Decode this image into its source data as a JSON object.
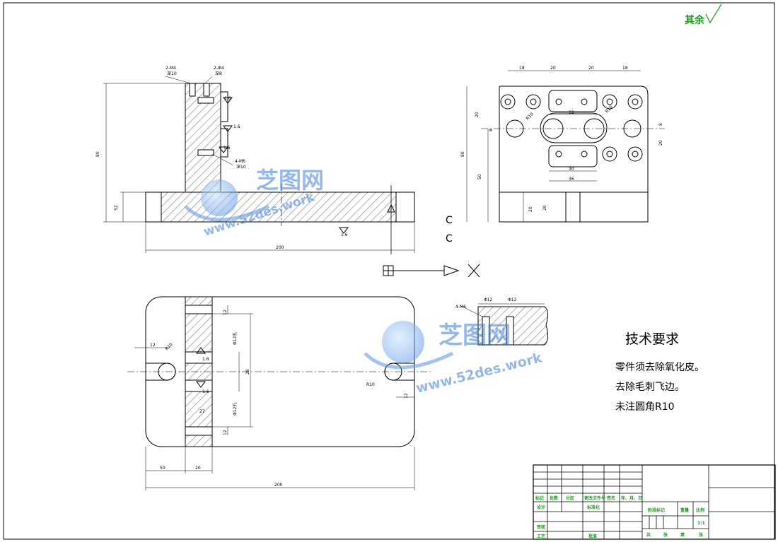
{
  "drawing": {
    "roughness_symbol": "其余",
    "section_labels": [
      "C",
      "C"
    ],
    "tech_requirements": {
      "title": "技术要求",
      "notes": [
        "零件须去除氧化皮。",
        "去除毛刺飞边。",
        "未注圆角R10"
      ]
    },
    "front_view": {
      "dims": {
        "height": "80",
        "base_height": "52",
        "width": "200"
      },
      "callouts": {
        "hole_left": "2-M4",
        "hole_left_sub": "深10",
        "hole_right": "2-Φ4",
        "hole_right_sub": "深8",
        "tapped": "4-M6",
        "tapped_sub": "深10"
      },
      "roughness": [
        "1.6",
        "1.6",
        "1.6",
        "1.6"
      ]
    },
    "side_view": {
      "dims_top": [
        "18",
        "20",
        "20",
        "18"
      ],
      "dims_mid": [
        "32",
        "30",
        "36"
      ],
      "dims_left": [
        "80",
        "20",
        "8",
        "50"
      ],
      "dims_right": [
        "8",
        "20"
      ],
      "dims_bottom_left": [
        "20",
        "20"
      ],
      "radii": [
        "R10",
        "R10"
      ]
    },
    "top_view": {
      "dims": {
        "r_left": "R10",
        "d_left": "12",
        "r_right": "R10",
        "d_right": "12",
        "center": "28",
        "w1": "50",
        "w2": "20",
        "width": "200",
        "step": "27",
        "dia_top": "Φ12孔",
        "dia_bot": "Φ12孔",
        "v1": "12",
        "v2": "12"
      },
      "roughness": [
        "1.6",
        "1.6"
      ]
    },
    "detail_view": {
      "callout": "4-M6",
      "d1": "Φ12",
      "d2": "Φ12"
    }
  },
  "title_block": {
    "headers": [
      "标记",
      "处数",
      "分区",
      "更改文件号",
      "签名",
      "年、月、日"
    ],
    "left_labels": [
      "设计",
      "标准化",
      "审核",
      "工艺",
      "批准"
    ],
    "right_labels": [
      "阶段标记",
      "重量",
      "比例"
    ],
    "scale": "1:1",
    "bottom_labels": [
      "共",
      "张",
      "第",
      "张"
    ]
  },
  "watermark": {
    "brand": "芝图网",
    "url": "www.52des.work"
  }
}
